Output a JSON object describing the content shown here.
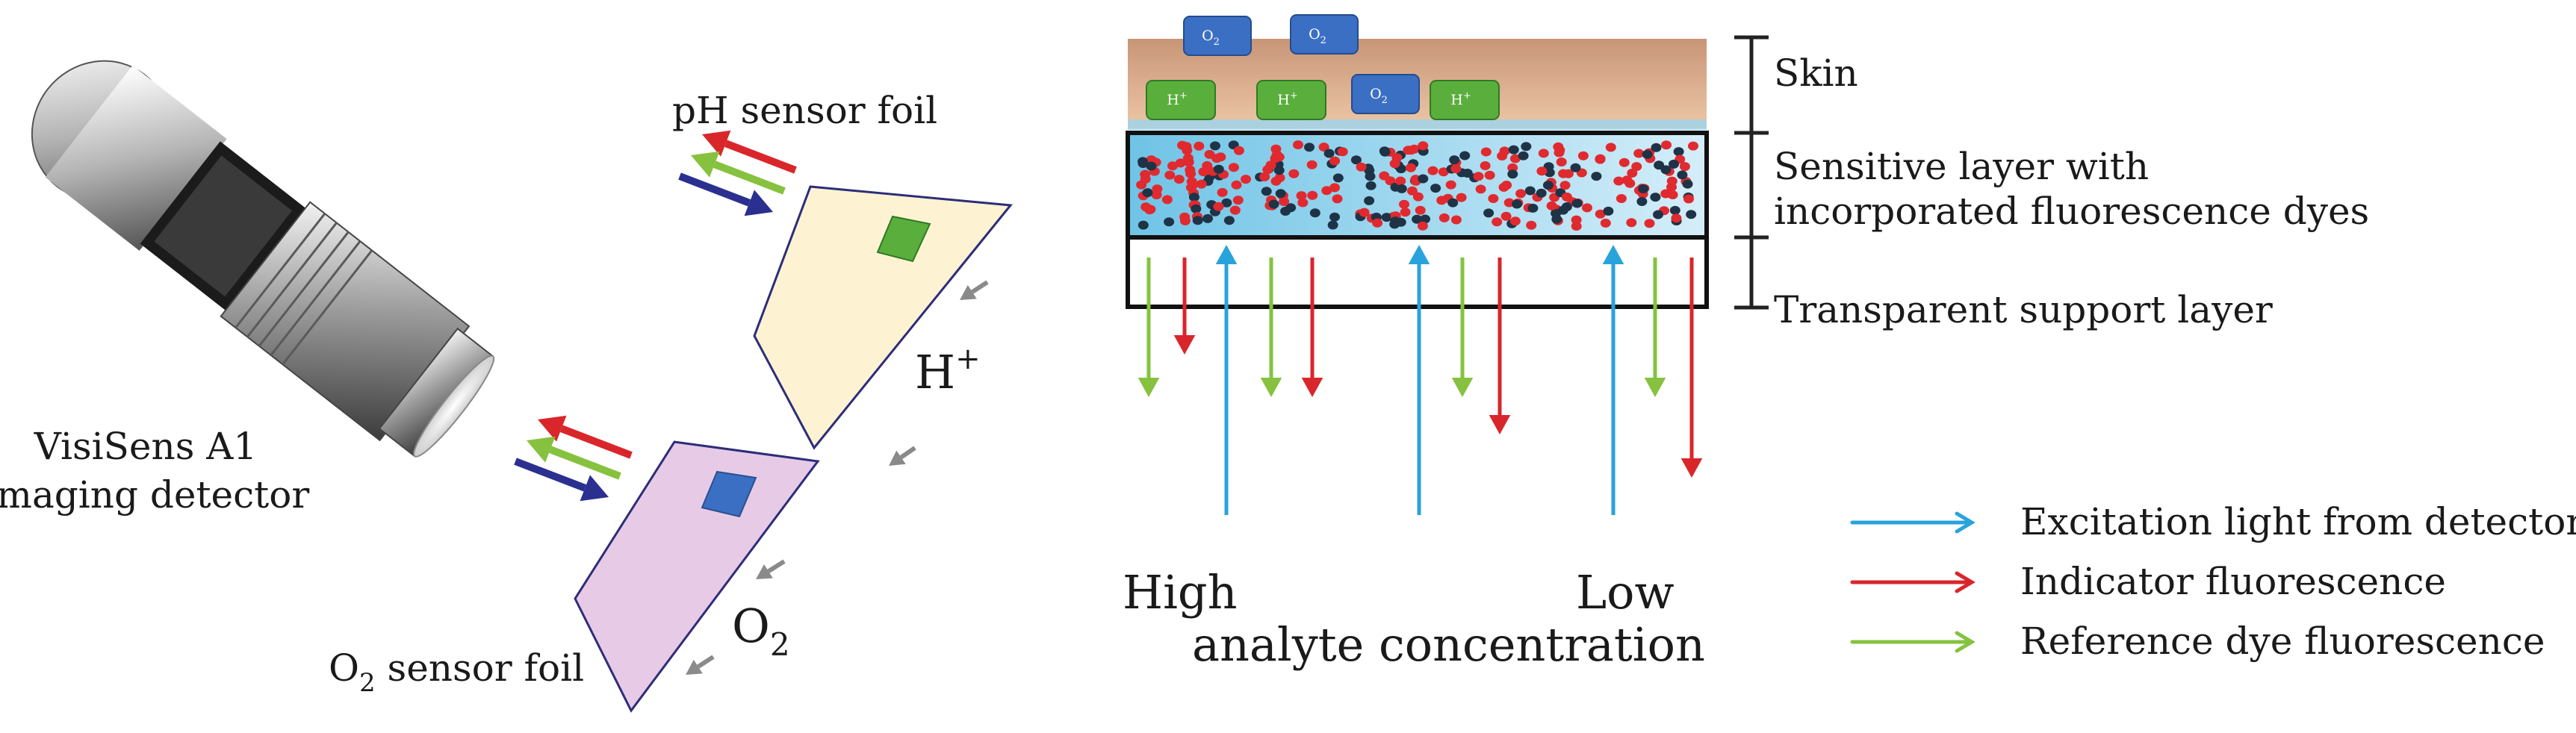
{
  "detector": {
    "name_line1": "VisiSens A1",
    "name_line2": "Imaging detector"
  },
  "foils": {
    "ph_label": "pH sensor foil",
    "ph_symbol": "H",
    "ph_symbol_sup": "+",
    "o2_label_prefix": "O",
    "o2_label_sub": "2",
    "o2_label_suffix": " sensor foil",
    "o2_symbol": "O",
    "o2_symbol_sub": "2"
  },
  "layers": {
    "skin": "Skin",
    "sensitive_line1": "Sensitive layer with",
    "sensitive_line2": "incorporated fluorescence dyes",
    "support": "Transparent support layer"
  },
  "chips": {
    "o2": "O",
    "o2_sub": "2",
    "h": "H",
    "h_sup": "+"
  },
  "concentration": {
    "high": "High",
    "low": "Low",
    "caption": "analyte concentration"
  },
  "legend": [
    {
      "label": "Excitation light from detector",
      "color": "#29a3dc"
    },
    {
      "label": "Indicator fluorescence",
      "color": "#d9262b"
    },
    {
      "label": "Reference dye fluorescence",
      "color": "#86c23f"
    }
  ],
  "colors": {
    "excitation": "#29a3dc",
    "indicator": "#d9262b",
    "reference": "#86c23f",
    "blue_arrow": "#2b2f8f",
    "ph_foil": "#fdf3d2",
    "o2_foil": "#e7cbe6",
    "skin": "#dcae8a",
    "o2_chip": "#3b6fc4",
    "h_chip": "#5aae3c"
  }
}
